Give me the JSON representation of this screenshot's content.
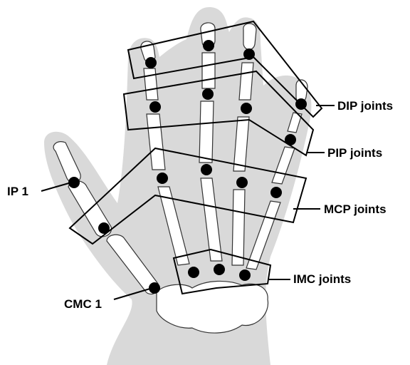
{
  "labels": {
    "dip": "DIP joints",
    "pip": "PIP joints",
    "mcp": "MCP joints",
    "imc": "IMC joints",
    "ip1": "IP 1",
    "cmc1": "CMC 1"
  },
  "colors": {
    "hand_silhouette": "#d9d9d9",
    "bone_fill": "#ffffff",
    "joint_marker": "#000000",
    "outline": "#000000"
  }
}
